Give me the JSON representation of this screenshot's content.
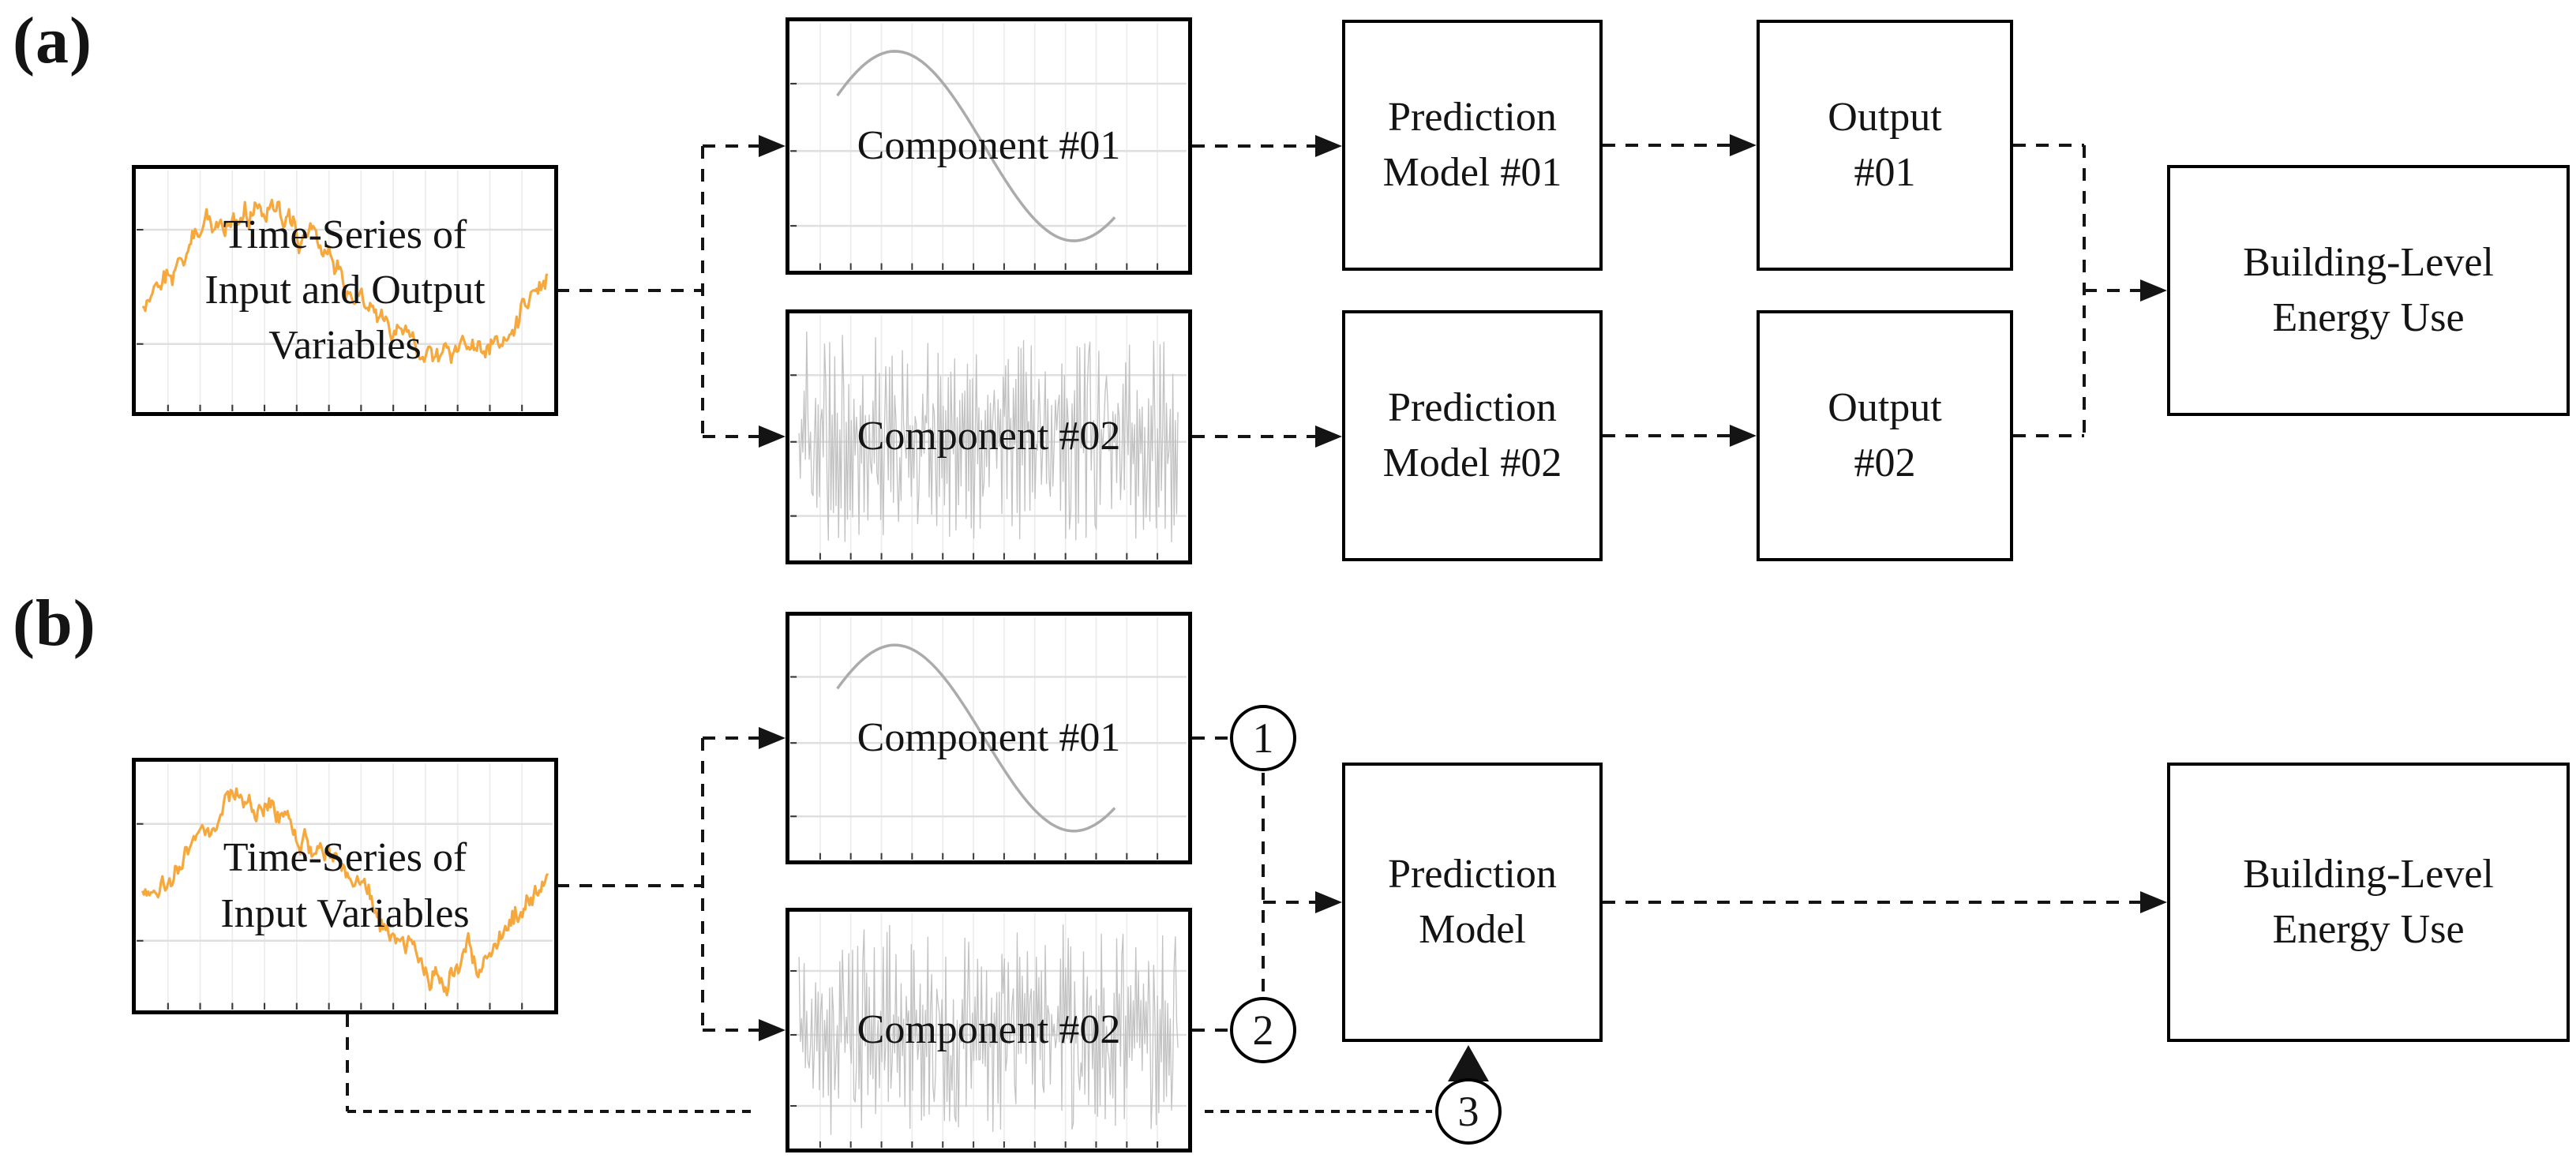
{
  "palette": {
    "ink": "#141414",
    "accent_orange": "#F7A83C",
    "trend_gray": "#ABABAB",
    "noise_gray": "#C2C2C2"
  },
  "section_a": {
    "label": "(a)",
    "input_box": {
      "title": "Time-Series of\nInput and Output\nVariables",
      "waveform": "noisy-sine-orange"
    },
    "component_1": {
      "title": "Component #01",
      "waveform": "smooth-sine-gray"
    },
    "component_2": {
      "title": "Component #02",
      "waveform": "high-frequency-noise-gray"
    },
    "prediction_model_1": {
      "title": "Prediction\nModel #01"
    },
    "prediction_model_2": {
      "title": "Prediction\nModel #02"
    },
    "output_1": {
      "title": "Output\n#01"
    },
    "output_2": {
      "title": "Output\n#02"
    },
    "result_box": {
      "title": "Building-Level\nEnergy Use"
    }
  },
  "section_b": {
    "label": "(b)",
    "input_box": {
      "title": "Time-Series of\nInput Variables",
      "waveform": "noisy-sine-orange"
    },
    "component_1": {
      "title": "Component #01",
      "waveform": "smooth-sine-gray"
    },
    "component_2": {
      "title": "Component #02",
      "waveform": "high-frequency-noise-gray"
    },
    "prediction_model": {
      "title": "Prediction\nModel"
    },
    "result_box": {
      "title": "Building-Level\nEnergy Use"
    },
    "markers": [
      {
        "label": "1"
      },
      {
        "label": "2"
      },
      {
        "label": "3"
      }
    ]
  }
}
